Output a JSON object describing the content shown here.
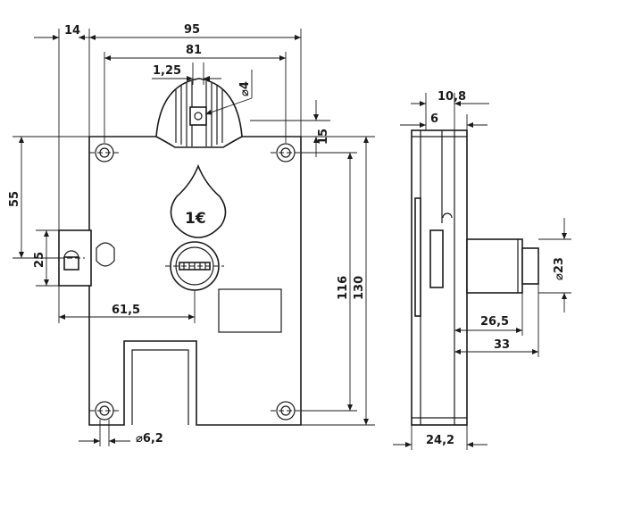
{
  "dimensions": {
    "d95": "95",
    "d14": "14",
    "d81": "81",
    "d125": "1,25",
    "d4": "⌀4",
    "d15": "15",
    "d55": "55",
    "d25": "25",
    "d116": "116",
    "d130": "130",
    "d615": "61,5",
    "d62": "⌀6,2",
    "d108": "10,8",
    "d6": "6",
    "d23": "⌀23",
    "d265": "26,5",
    "d33": "33",
    "d242": "24,2"
  },
  "coin_label": "1€",
  "colors": {
    "line": "#1a1a1a",
    "fill": "#ffffff",
    "shade": "#9a9a9a"
  }
}
